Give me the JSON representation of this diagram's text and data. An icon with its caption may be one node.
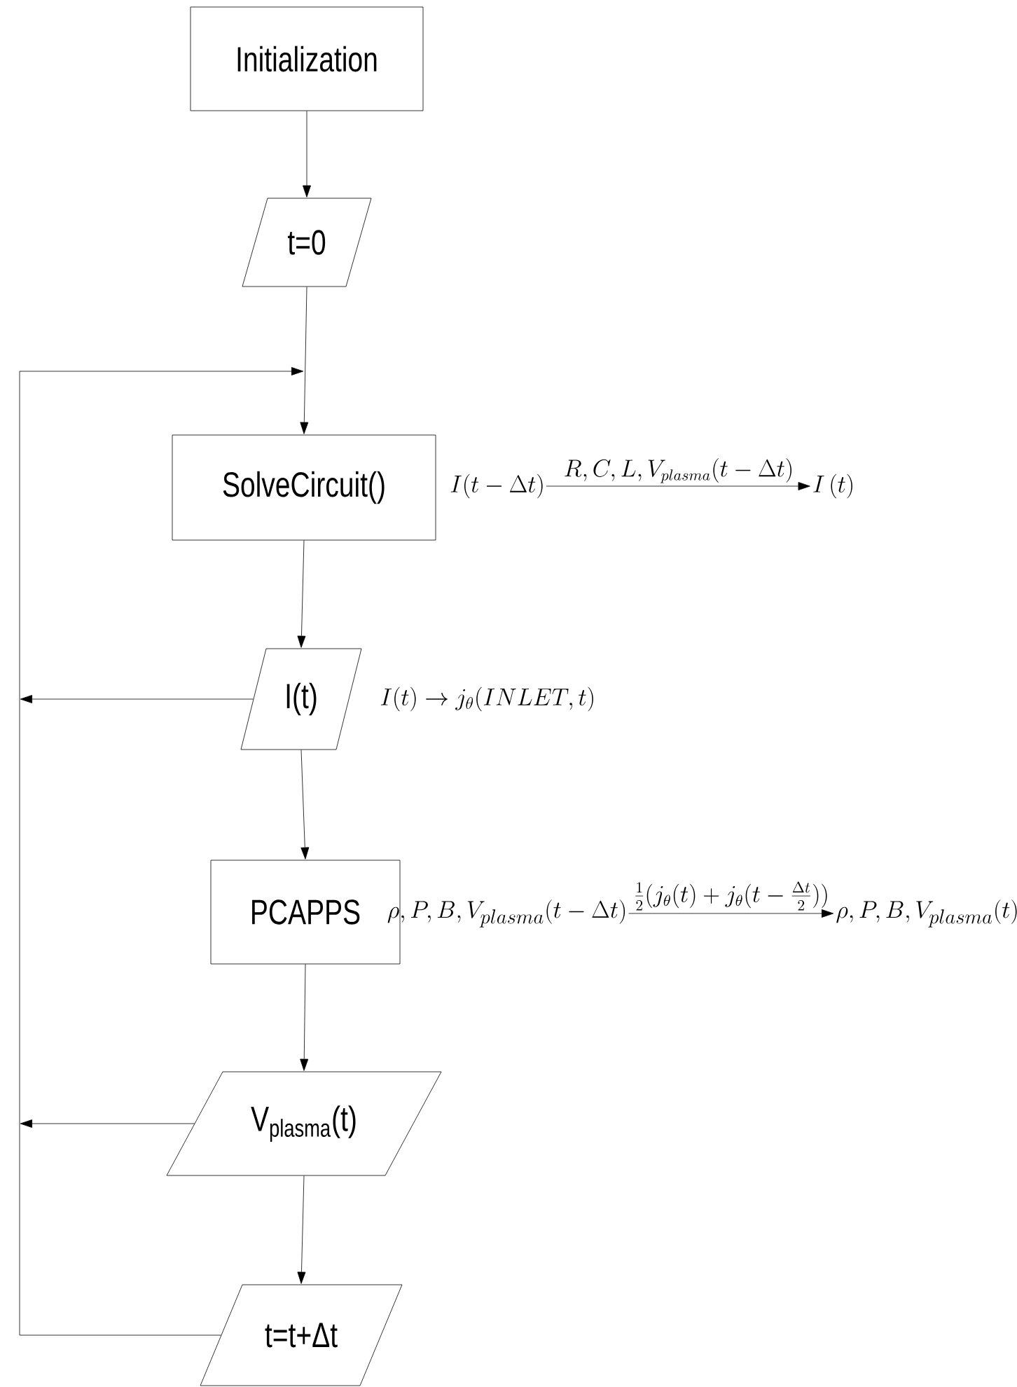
{
  "diagram": {
    "nodes": [
      {
        "text": [
          "Initialization"
        ]
      },
      {
        "text": [
          "t=0"
        ]
      },
      {
        "text": [
          "SolveCircuit()"
        ]
      },
      {
        "text": [
          "I(t)"
        ],
        "beside": [
          "I(t)\\rightarrow j_{\\theta}(INLET,t)"
        ]
      },
      {
        "text": [
          "PCAPPS"
        ]
      },
      {
        "text": [
          "V$_{plasma}$(t)"
        ]
      },
      {
        "text": [
          "t=t+Δt"
        ]
      },
      {
        "text": [
          "I(t-\\Delta t)"
        ]
      },
      {
        "text": [
          "I\\left(t\\right)"
        ]
      },
      {
        "text": [
          "\\rho,P,B,V_{plasma}(t-\\Delta t)"
        ]
      },
      {
        "text": [
          "\\rho,P,B,V_{plasma}(t)"
        ]
      }
    ],
    "edges": [
      {
        "from": 0,
        "to": 1,
        "arrow": "to"
      },
      {
        "from": 1,
        "to": 2,
        "arrow": "to"
      },
      {
        "from": 2,
        "to": 3,
        "arrow": "to"
      },
      {
        "from": 3,
        "to": 4,
        "arrow": "to"
      },
      {
        "from": 4,
        "to": 5,
        "arrow": "to"
      },
      {
        "from": 5,
        "to": 6,
        "arrow": "to"
      },
      {
        "from": 6,
        "to": 2,
        "arrow": "to"
      },
      {
        "from": 3,
        "to": null,
        "arrow": "to"
      },
      {
        "from": 5,
        "to": null,
        "arrow": "to"
      },
      {
        "from": 7,
        "to": 8,
        "arrow": "to",
        "label": "R,C,L,V_{plasma}(t-\\Delta t)"
      },
      {
        "from": 9,
        "to": 10,
        "arrow": "to",
        "label": "\\frac{1}{2}(j_{\\theta}(t)+j_{\\theta}(t-\\frac{\\Delta t}{2}))"
      }
    ]
  }
}
